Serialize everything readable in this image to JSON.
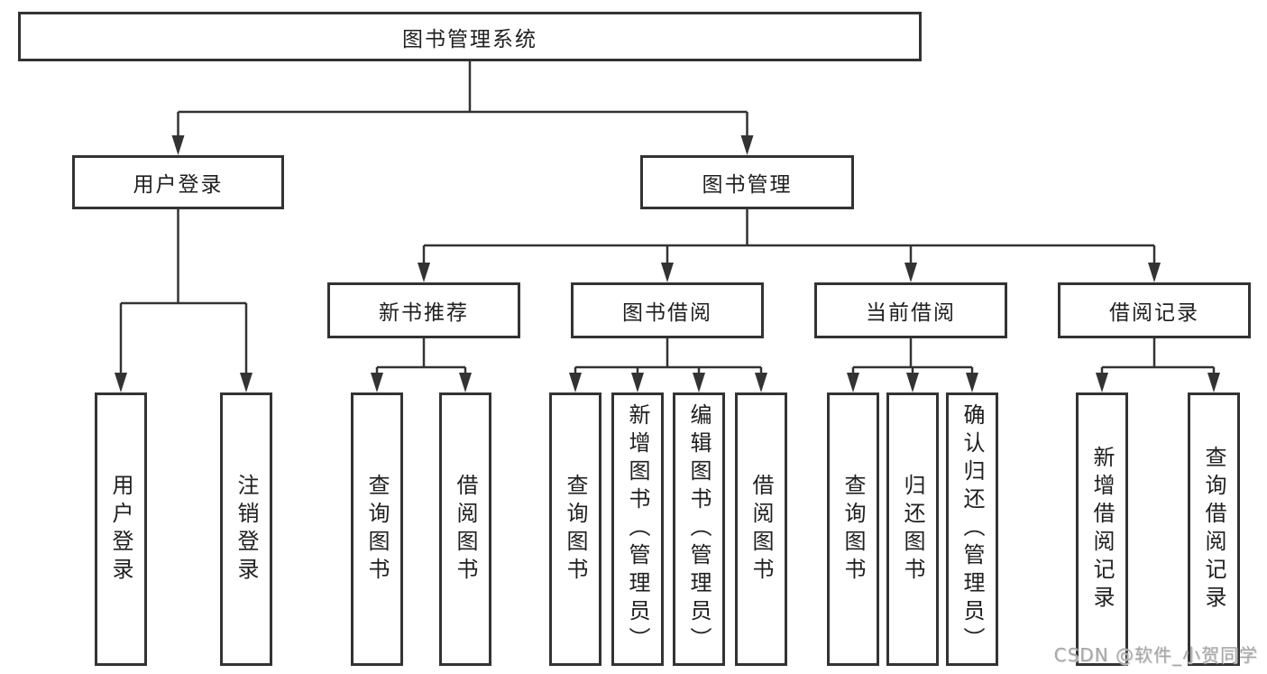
{
  "tree": {
    "label": "图书管理系统",
    "children": [
      {
        "label": "用户登录",
        "children": [
          {
            "label": "用户登录"
          },
          {
            "label": "注销登录"
          }
        ]
      },
      {
        "label": "图书管理",
        "children": [
          {
            "label": "新书推荐",
            "children": [
              {
                "label": "查询图书"
              },
              {
                "label": "借阅图书"
              }
            ]
          },
          {
            "label": "图书借阅",
            "children": [
              {
                "label": "查询图书"
              },
              {
                "label": "新增图书（管理员）"
              },
              {
                "label": "编辑图书（管理员）"
              },
              {
                "label": "借阅图书"
              }
            ]
          },
          {
            "label": "当前借阅",
            "children": [
              {
                "label": "查询图书"
              },
              {
                "label": "归还图书"
              },
              {
                "label": "确认归还（管理员）"
              }
            ]
          },
          {
            "label": "借阅记录",
            "children": [
              {
                "label": "新增借阅记录"
              },
              {
                "label": "查询借阅记录"
              }
            ]
          }
        ]
      }
    ]
  },
  "watermark": "CSDN @软件_小贺同学",
  "colors": {
    "line": "#333333",
    "box_border": "#333333",
    "box_background": "#ffffff",
    "text": "#1f1f1f",
    "watermark": "#a6a6a6",
    "background": "#ffffff"
  }
}
